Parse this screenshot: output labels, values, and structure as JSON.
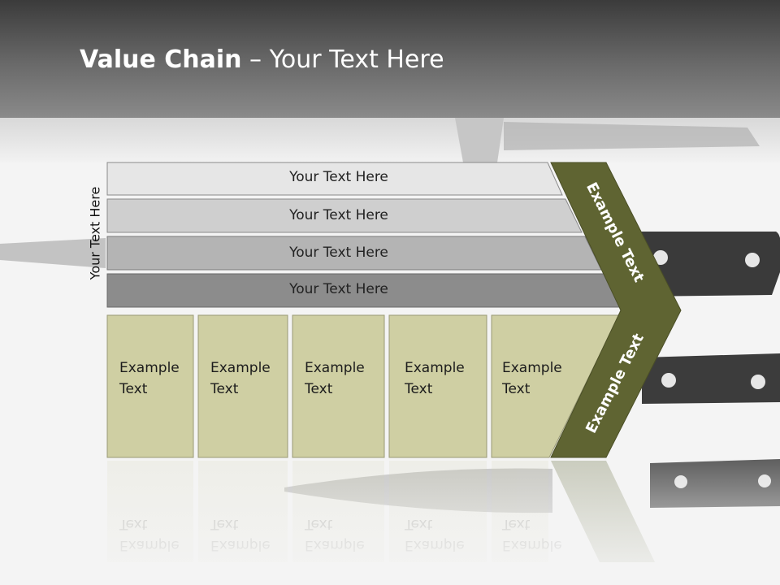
{
  "header": {
    "title_bold": "Value Chain",
    "title_rest": " – Your Text Here"
  },
  "side_label": "Your Text Here",
  "rows": [
    {
      "label": "Your Text Here",
      "fill": "#e6e6e6"
    },
    {
      "label": "Your Text Here",
      "fill": "#cfcfcf"
    },
    {
      "label": "Your Text Here",
      "fill": "#b4b4b4"
    },
    {
      "label": "Your Text Here",
      "fill": "#8c8c8c"
    }
  ],
  "boxes": [
    {
      "line1": "Example",
      "line2": "Text"
    },
    {
      "line1": "Example",
      "line2": "Text"
    },
    {
      "line1": "Example",
      "line2": "Text"
    },
    {
      "line1": "Example",
      "line2": "Text"
    },
    {
      "line1": "Example",
      "line2": "Text"
    }
  ],
  "chevron": {
    "upper_label": "Example Text",
    "lower_label": "Example Text",
    "fill": "#5f6432"
  },
  "colors": {
    "box_fill": "#cfcfa3",
    "box_stroke": "#9a9a76"
  }
}
